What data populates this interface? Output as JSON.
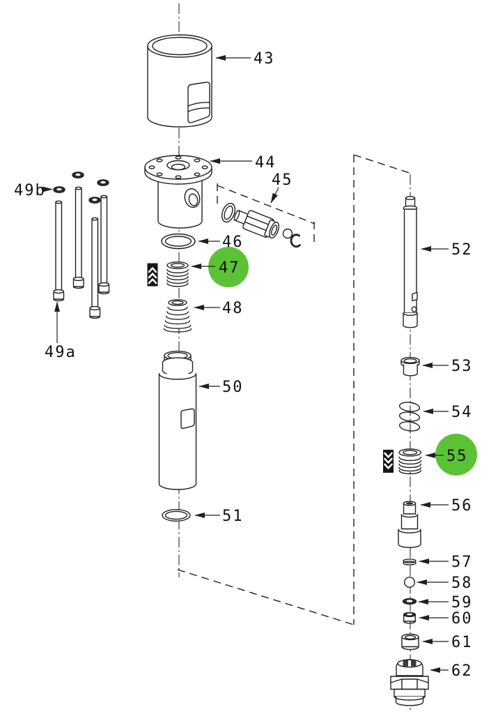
{
  "diagram": {
    "type": "exploded-parts-diagram",
    "highlight_color": "#5bc236",
    "line_color": "#1f1f1f",
    "callouts": {
      "c43": "43",
      "c44": "44",
      "c45": "45",
      "c46": "46",
      "c47": "47",
      "c48": "48",
      "c49a": "49a",
      "c49b": "49b",
      "c50": "50",
      "c51": "51",
      "c52": "52",
      "c53": "53",
      "c54": "54",
      "c55": "55",
      "c56": "56",
      "c57": "57",
      "c58": "58",
      "c59": "59",
      "c60": "60",
      "c61": "61",
      "c62": "62"
    },
    "highlighted_callouts": [
      "47",
      "55"
    ],
    "badges": [
      {
        "name": "spring-orientation-up-badge",
        "chevrons": 3,
        "direction": "up"
      },
      {
        "name": "spring-orientation-down-badge",
        "chevrons": 3,
        "direction": "down"
      }
    ]
  }
}
